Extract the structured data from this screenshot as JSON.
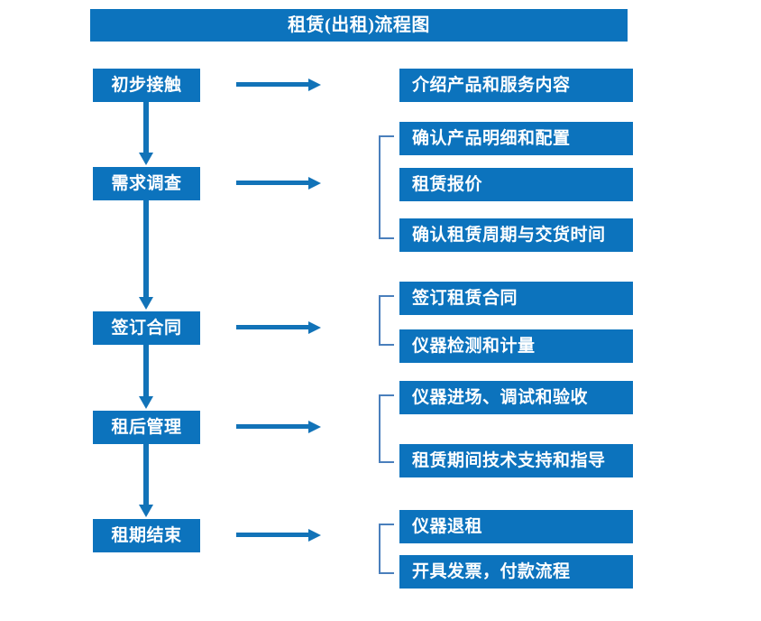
{
  "title": "租赁(出租)流程图",
  "colors": {
    "box_blue": "#0c73bd",
    "arrow_blue": "#1273b8",
    "bracket_blue": "#4a7fbc",
    "text_white": "#ffffff",
    "background": "#ffffff"
  },
  "stages": [
    {
      "label": "初步接触"
    },
    {
      "label": "需求调查"
    },
    {
      "label": "签订合同"
    },
    {
      "label": "租后管理"
    },
    {
      "label": "租期结束"
    }
  ],
  "details": {
    "stage1": [
      {
        "label": "介绍产品和服务内容"
      }
    ],
    "stage2": [
      {
        "label": "确认产品明细和配置"
      },
      {
        "label": "租赁报价"
      },
      {
        "label": "确认租赁周期与交货时间"
      }
    ],
    "stage3": [
      {
        "label": "签订租赁合同"
      },
      {
        "label": "仪器检测和计量"
      }
    ],
    "stage4": [
      {
        "label": "仪器进场、调试和验收"
      },
      {
        "label": "租赁期间技术支持和指导"
      }
    ],
    "stage5": [
      {
        "label": "仪器退租"
      },
      {
        "label": "开具发票，付款流程"
      }
    ]
  }
}
